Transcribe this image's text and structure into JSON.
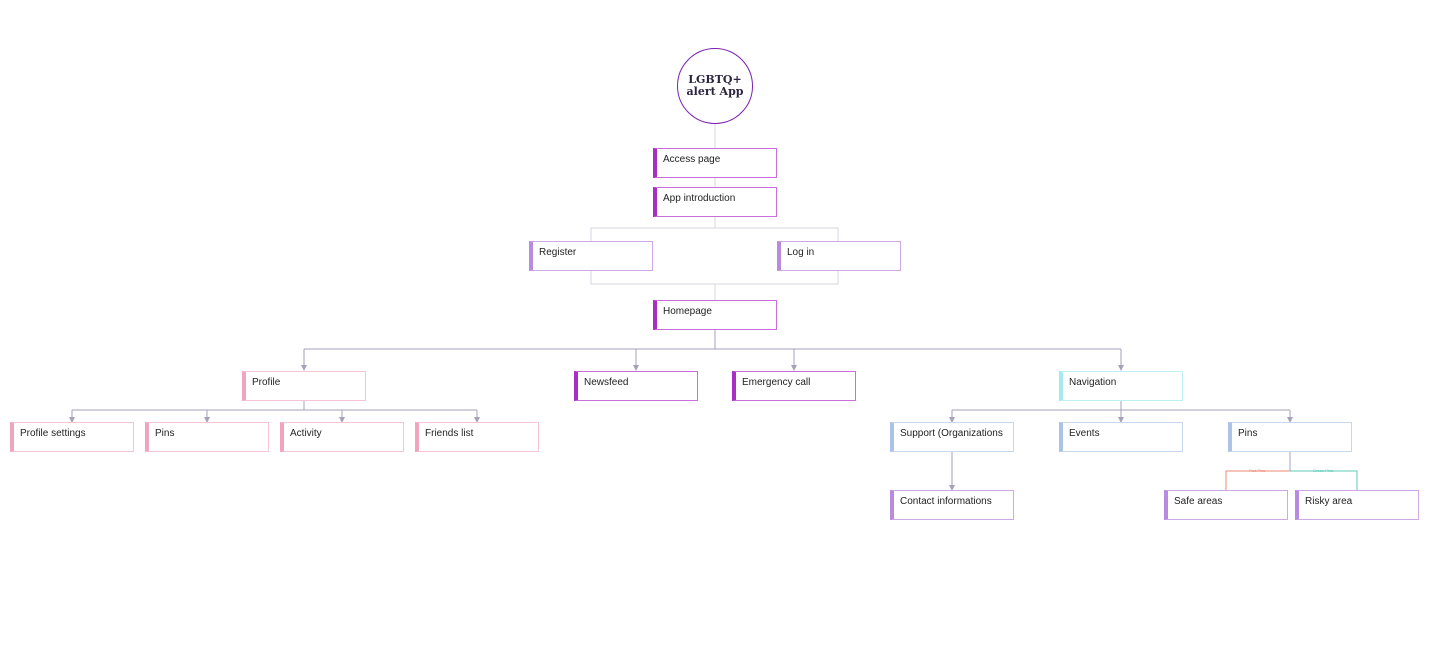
{
  "root": {
    "label_line1": "LGBTQ+",
    "label_line2": "alert App"
  },
  "nodes": {
    "access_page": "Access page",
    "app_introduction": "App introduction",
    "register": "Register",
    "log_in": "Log in",
    "homepage": "Homepage",
    "profile": "Profile",
    "newsfeed": "Newsfeed",
    "emergency_call": "Emergency call",
    "navigation": "Navigation",
    "profile_settings": "Profile settings",
    "pins_profile": "Pins",
    "activity": "Activity",
    "friends_list": "Friends list",
    "support": "Support (Organizations",
    "events": "Events",
    "pins_nav": "Pins",
    "contact_informations": "Contact informations",
    "safe_areas": "Safe areas",
    "risky_area": "Risky area"
  },
  "edge_labels": {
    "red_pins": "Red Pins",
    "green_pins": "Green Pins"
  },
  "colors": {
    "root_border": "#7a1fb2",
    "purple": "#a92fc4",
    "lavender": "#b78be0",
    "pink": "#f1a4bd",
    "cyan": "#a5eaf3",
    "blue": "#a9c4e6",
    "connector": "#a6a1b8",
    "red_pins": "#ef8a7a",
    "green_pins": "#5fc9b8"
  }
}
